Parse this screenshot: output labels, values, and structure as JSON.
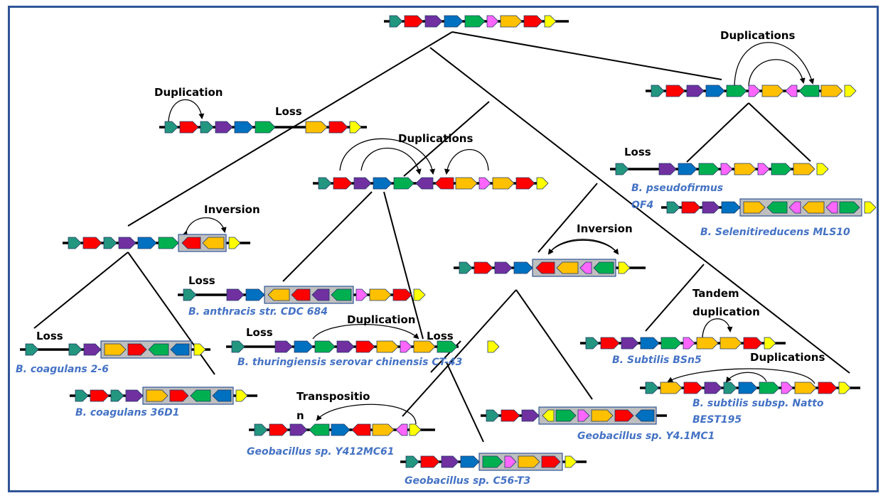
{
  "colors": {
    "T": "#23967f",
    "R": "#ff0000",
    "P": "#7030a0",
    "B": "#0070c0",
    "G": "#00b050",
    "M": "#ff66ff",
    "O": "#ffc000",
    "Y": "#ffff00",
    "frame": "#2f5597",
    "species_text": "#4472c4",
    "box_fill": "#bfbfbf"
  },
  "gene_legend_note": "Gene codes: T=teal, R=red, P=purple, B=blue, G=green, M=magenta, O=orange, Y=yellow; lowercase = reversed orientation",
  "events": {
    "dup_b1": "Duplication",
    "loss_b1": "Loss",
    "dups_mid": "Duplications",
    "dups_right": "Duplications",
    "inv_left": "Inversion",
    "loss_anthracis": "Loss",
    "loss_coag": "Loss",
    "loss_thur_left": "Loss",
    "dup_thur": "Duplication",
    "loss_thur_right": "Loss",
    "inv_mid": "Inversion",
    "transposition_1": "Transpositio",
    "transposition_2": "n",
    "loss_pseudo": "Loss",
    "tandem_1": "Tandem",
    "tandem_2": "duplication",
    "dups_natto": "Duplications"
  },
  "species": {
    "pseudofirmus_1": "B. pseudofirmus",
    "pseudofirmus_2": "OF4",
    "selenitireducens": "B. Selenitireducens MLS10",
    "anthracis": "B. anthracis str. CDC 684",
    "coag26": "B. coagulans 2-6",
    "coag36": "B. coagulans 36D1",
    "thuringiensis": "B. thuringiensis serovar chinensis CT-43",
    "subtilis": "B. Subtilis BSn5",
    "natto_1": "B. subtilis subsp. Natto",
    "natto_2": "BEST195",
    "geo_y412": "Geobacillus sp. Y412MC61",
    "geo_c56": "Geobacillus sp. C56-T3",
    "geo_y41": "Geobacillus sp. Y4.1MC1"
  },
  "clusters": [
    {
      "id": "root",
      "genes": "TRPBGMORY"
    },
    {
      "id": "anc-dup-right",
      "genes": "TRPBGMOmgOY"
    },
    {
      "id": "anc-dup-left",
      "genes": "TRTPBG-ORY"
    },
    {
      "id": "anc-dup-mid",
      "genes": "TRPBGprOMORY"
    },
    {
      "id": "pseudofirmus",
      "genes": "T-PBGMOMGOY"
    },
    {
      "id": "selenitireducens",
      "genes": "TRPB[OgmomG]Y"
    },
    {
      "id": "anc-inv-left",
      "genes": "TRTPBG[ro]Y"
    },
    {
      "id": "anthracis",
      "genes": "T-PB[orpg]MORY"
    },
    {
      "id": "anc-inv-mid",
      "genes": "TRPB[romg]Y"
    },
    {
      "id": "coag26",
      "genes": "T-TP[ORgb]Y"
    },
    {
      "id": "coag36",
      "genes": "TRTP[ORgb]Y"
    },
    {
      "id": "thuringiensis",
      "genes": "T-PBGPROMOG-Y"
    },
    {
      "id": "subtilis",
      "genes": "TRPBGMOORY"
    },
    {
      "id": "natto",
      "genes": "TORPTBGMORY"
    },
    {
      "id": "geo_y412",
      "genes": "TRPgBrOmY"
    },
    {
      "id": "geo_y41",
      "genes": "TRP[yGMORb]"
    },
    {
      "id": "geo_c56",
      "genes": "TRPB[GMOR]Y"
    }
  ]
}
